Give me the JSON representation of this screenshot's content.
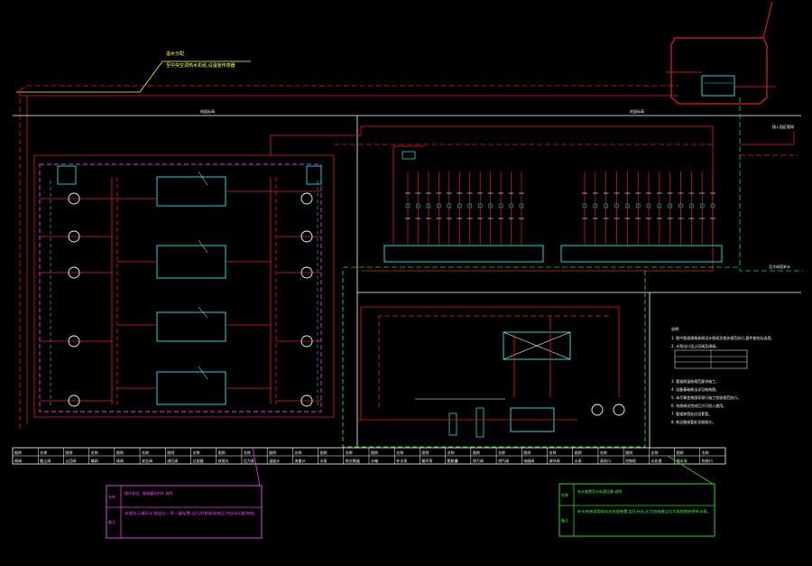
{
  "colors": {
    "background": "#000000",
    "pipe_red": "#e02020",
    "cyan": "#22d4d4",
    "magenta": "#e040e0",
    "green": "#33cc33",
    "white": "#ffffff",
    "yellow": "#ffff66"
  },
  "drawing": {
    "callout_top_label": "温水分配",
    "callout_top_text": "至中央空调热水机组,设温度传感器",
    "floor_left_label": "地面标高",
    "floor_right_label": "地面标高",
    "right_note_label": "接入园区管网",
    "bottom_right_note_label": "至冷却塔补水",
    "notes_title": "说明:",
    "notes_lines": [
      "1. 图中管道规格参照设计图纸及相关规范执行,管件按实际选用。",
      "2. 水泵出口设止回阀及闸阀。",
      "3. 管道保温按规范要求施工。",
      "4. 设备基础做法详见结构图。",
      "5. 未尽事宜按国家现行施工验收规范执行。",
      "6. 系统调试完成后方可投入使用。",
      "7. 管道穿墙处应设套管。",
      "8. 各设备接管处设软接头。"
    ]
  },
  "legend_table": {
    "headers": [
      "图例",
      "名称",
      "图例",
      "名称",
      "图例",
      "名称",
      "图例",
      "名称",
      "图例",
      "名称",
      "图例",
      "名称",
      "图例",
      "名称",
      "图例",
      "名称",
      "图例",
      "名称",
      "图例",
      "名称",
      "图例",
      "名称",
      "图例",
      "名称",
      "图例",
      "名称",
      "图例",
      "名称"
    ],
    "row": [
      "闸阀",
      "截止阀",
      "止回阀",
      "蝶阀",
      "球阀",
      "安全阀",
      "减压阀",
      "过滤器",
      "软接头",
      "压力表",
      "温度计",
      "流量计",
      "水泵",
      "热交换器",
      "水箱",
      "补水泵",
      "循环泵",
      "膨胀罐",
      "排污阀",
      "排气阀",
      "电磁阀",
      "调节阀",
      "水表",
      "清洗口",
      "控制柜",
      "水处理",
      "排水沟",
      "检修口"
    ]
  },
  "callout_magenta": {
    "row1_tag": "名称",
    "row1_text": "循环泵组、膨胀罐及附件 说明",
    "row2_tag": "备注",
    "row2_text": "本图所示循环水泵组为一用一备配置,运行时根据系统压力自动切换控制。"
  },
  "callout_green": {
    "row1_tag": "名称",
    "row1_text": "补水装置及水处理设备 说明",
    "row2_tag": "备注",
    "row2_text": "补水系统采用软化水处理装置,定压补水,压力由电接点压力表控制启停补水泵。"
  }
}
